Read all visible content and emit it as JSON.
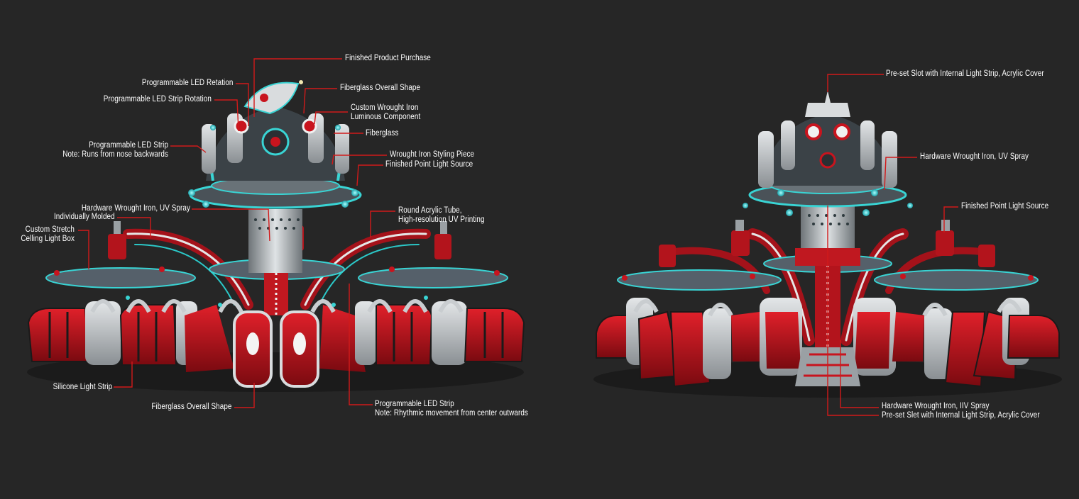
{
  "colors": {
    "background": "#262626",
    "leader_line": "#d11a1a",
    "label_text": "#ffffff",
    "seat_red": "#c8141e",
    "frame_silver": "#bfc3c6",
    "accent_cyan": "#3fe0e0"
  },
  "left_view": {
    "labels": [
      {
        "lines": [
          "Finished Product Purchase"
        ]
      },
      {
        "lines": [
          "Programmable LED Retation"
        ]
      },
      {
        "lines": [
          "Fiberglass Overall Shape"
        ]
      },
      {
        "lines": [
          "Programmable LED Strip Rotation"
        ]
      },
      {
        "lines": [
          "Custom Wrought Iron",
          "Luminous Component"
        ]
      },
      {
        "lines": [
          "Fiberglass"
        ]
      },
      {
        "lines": [
          "Programmable LED Strip",
          "Note: Runs from nose backwards"
        ]
      },
      {
        "lines": [
          "Wrought Iron Styling Piece"
        ]
      },
      {
        "lines": [
          "Finished Point Light Source"
        ]
      },
      {
        "lines": [
          "Hardware Wrought Iron, UV Spray"
        ]
      },
      {
        "lines": [
          "Individually Molded"
        ]
      },
      {
        "lines": [
          "Round Acrylic Tube,",
          "High-resolution UV Printing"
        ]
      },
      {
        "lines": [
          "Custom Stretch",
          "Celling Light Box"
        ]
      },
      {
        "lines": [
          "Silicone Light Strip"
        ]
      },
      {
        "lines": [
          "Fiberglass Overall Shape"
        ]
      },
      {
        "lines": [
          "Programmable LED Strip",
          "Note: Rhythmic movement from center outwards"
        ]
      }
    ]
  },
  "right_view": {
    "labels": [
      {
        "lines": [
          "Pre-set Slot with Internal Light Strip, Acrylic Cover"
        ]
      },
      {
        "lines": [
          "Hardware Wrought Iron, UV Spray"
        ]
      },
      {
        "lines": [
          "Finished Point Light Source"
        ]
      },
      {
        "lines": [
          "Hardware Wrought Iron, IIV Spray"
        ]
      },
      {
        "lines": [
          "Pre-set Slet with Internal Light Strip, Acrylic Cover"
        ]
      }
    ]
  }
}
